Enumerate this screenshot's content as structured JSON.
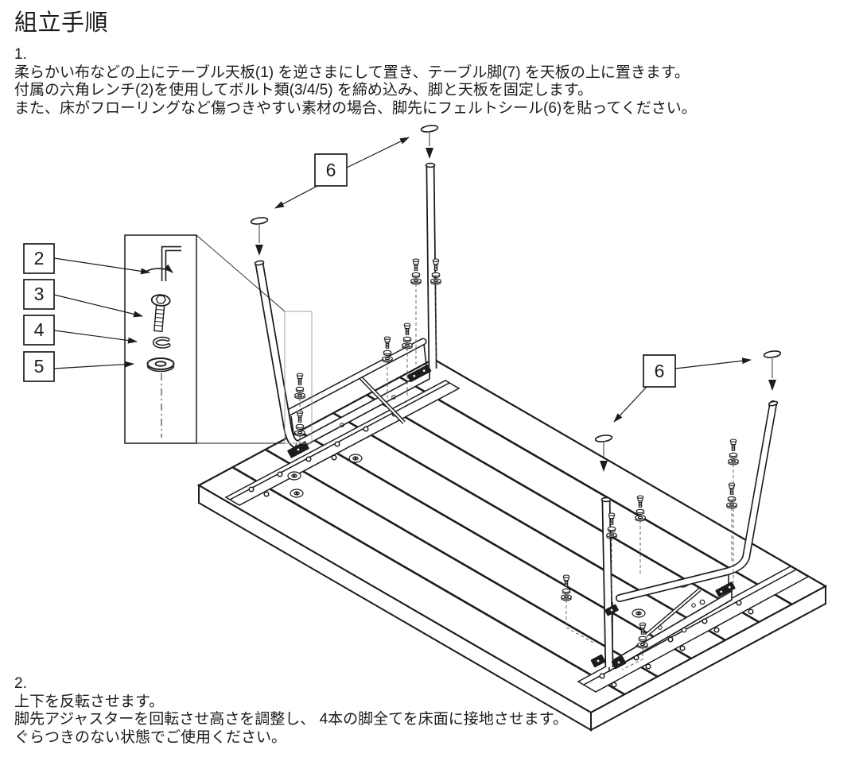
{
  "page": {
    "title": "組立手順",
    "background": "#ffffff",
    "ink_color": "#1c1c1c"
  },
  "steps": [
    {
      "number": "1.",
      "lines": [
        "柔らかい布などの上にテーブル天板(1) を逆さまにして置き、テーブル脚(7) を天板の上に置きます。",
        "付属の六角レンチ(2)を使用してボルト類(3/4/5) を締め込み、脚と天板を固定します。",
        "また、床がフローリングなど傷つきやすい素材の場合、脚先にフェルトシール(6)を貼ってください。"
      ]
    },
    {
      "number": "2.",
      "lines": [
        "上下を反転させます。",
        "脚先アジャスターを回転させ高さを調整し、 4本の脚全てを床面に接地させます。",
        "ぐらつきのない状態でご使用ください。"
      ]
    }
  ],
  "callouts": [
    {
      "part": "hex-wrench",
      "label": "2"
    },
    {
      "part": "bolt",
      "label": "3"
    },
    {
      "part": "spring-washer",
      "label": "4"
    },
    {
      "part": "flat-washer",
      "label": "5"
    },
    {
      "part": "felt-seal-upper",
      "label": "6"
    },
    {
      "part": "felt-seal-lower",
      "label": "6"
    }
  ]
}
